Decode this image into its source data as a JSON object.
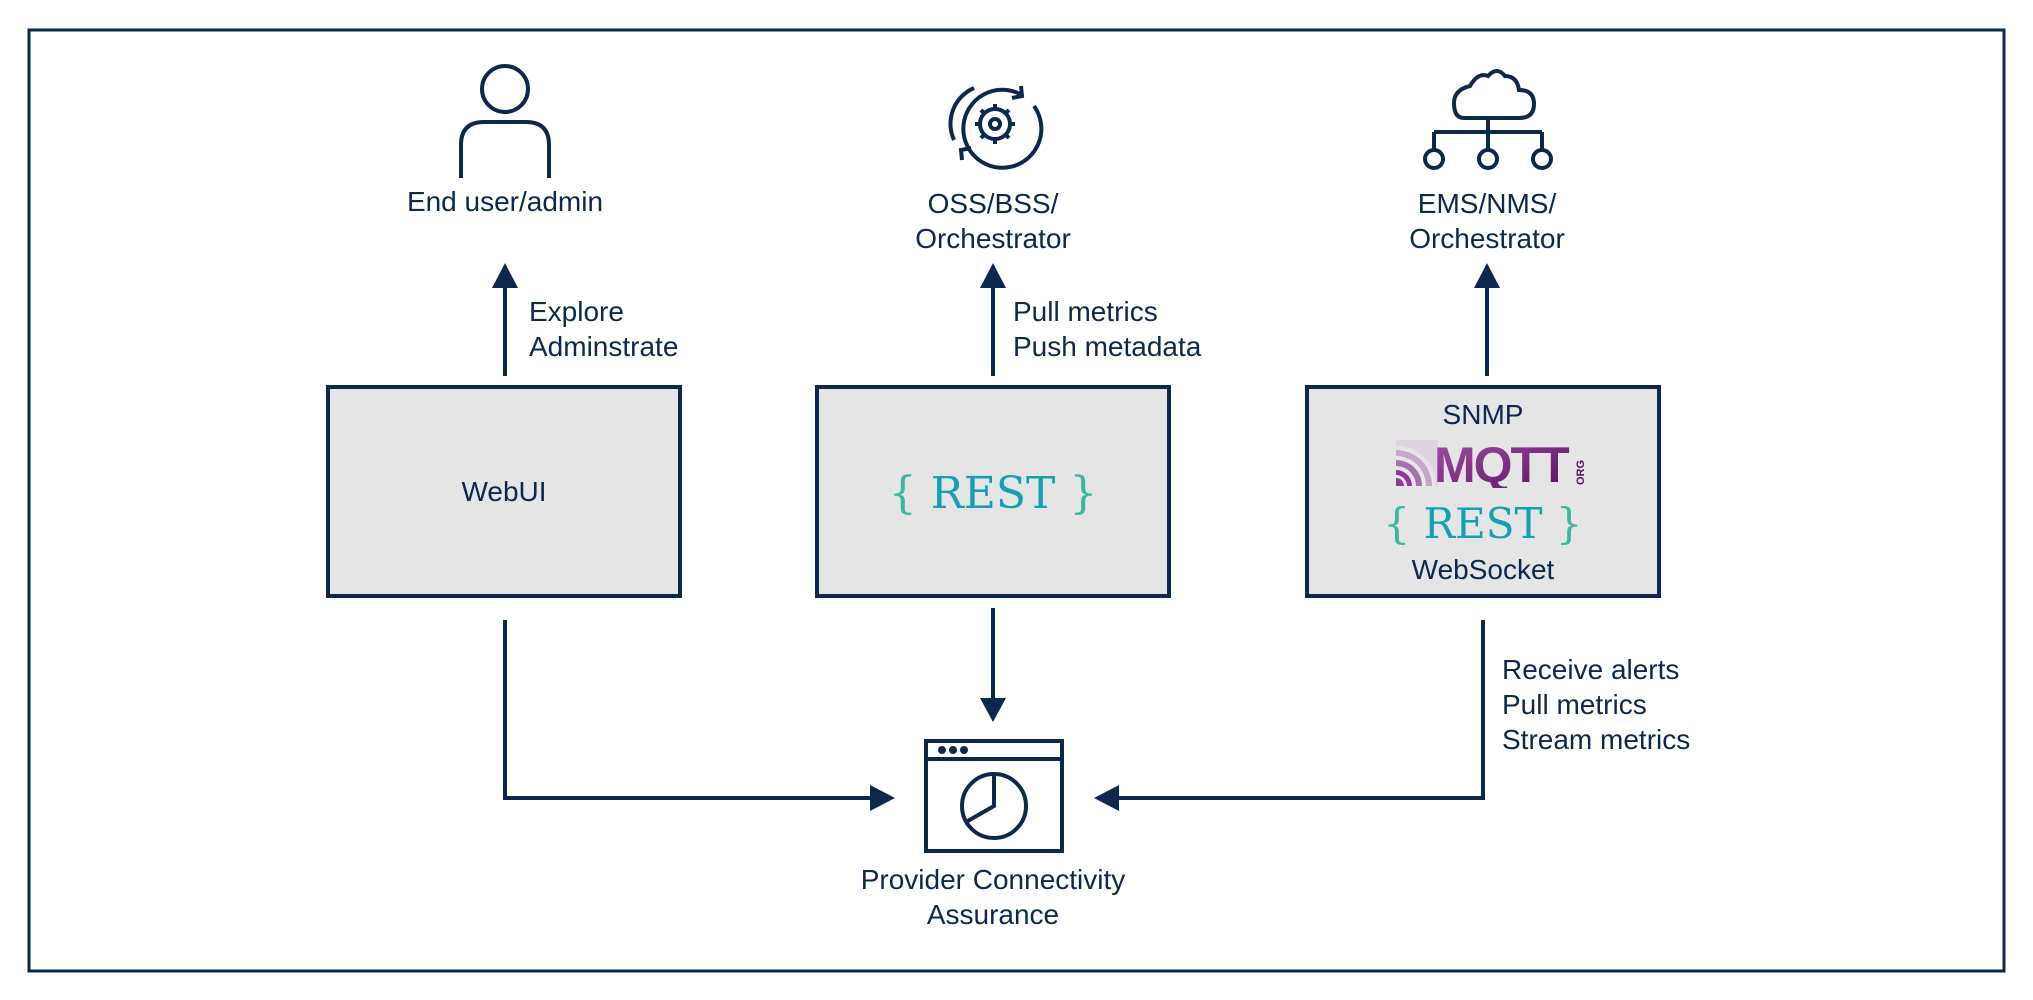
{
  "diagram": {
    "nodes": {
      "end_user": {
        "label": "End user/admin",
        "icon": "user-icon"
      },
      "oss_bss": {
        "line1": "OSS/BSS/",
        "line2": "Orchestrator",
        "icon": "gear-sync-icon"
      },
      "ems_nms": {
        "line1": "EMS/NMS/",
        "line2": "Orchestrator",
        "icon": "cloud-network-icon"
      },
      "pca": {
        "line1": "Provider Connectivity",
        "line2": "Assurance",
        "icon": "dashboard-window-icon"
      }
    },
    "boxes": {
      "webui": {
        "label": "WebUI"
      },
      "rest": {
        "brace_open": "{",
        "text": "REST",
        "brace_close": "}"
      },
      "protocols": {
        "snmp": "SNMP",
        "mqtt": {
          "text": "MQTT",
          "suffix": "ORG"
        },
        "rest": {
          "brace_open": "{",
          "text": "REST",
          "brace_close": "}"
        },
        "websocket": "WebSocket"
      }
    },
    "edges": {
      "webui_to_user": {
        "line1": "Explore",
        "line2": "Adminstrate"
      },
      "rest_to_oss": {
        "line1": "Pull metrics",
        "line2": "Push metadata"
      },
      "ems_to_pca": {
        "line1": "Receive alerts",
        "line2": "Pull metrics",
        "line3": "Stream metrics"
      }
    },
    "colors": {
      "ink": "#0d274d",
      "box_fill": "#e5e5e5",
      "rest_teal": "#13a0b0",
      "brace_green": "#39b7a0",
      "mqtt_purple": "#660066"
    }
  }
}
